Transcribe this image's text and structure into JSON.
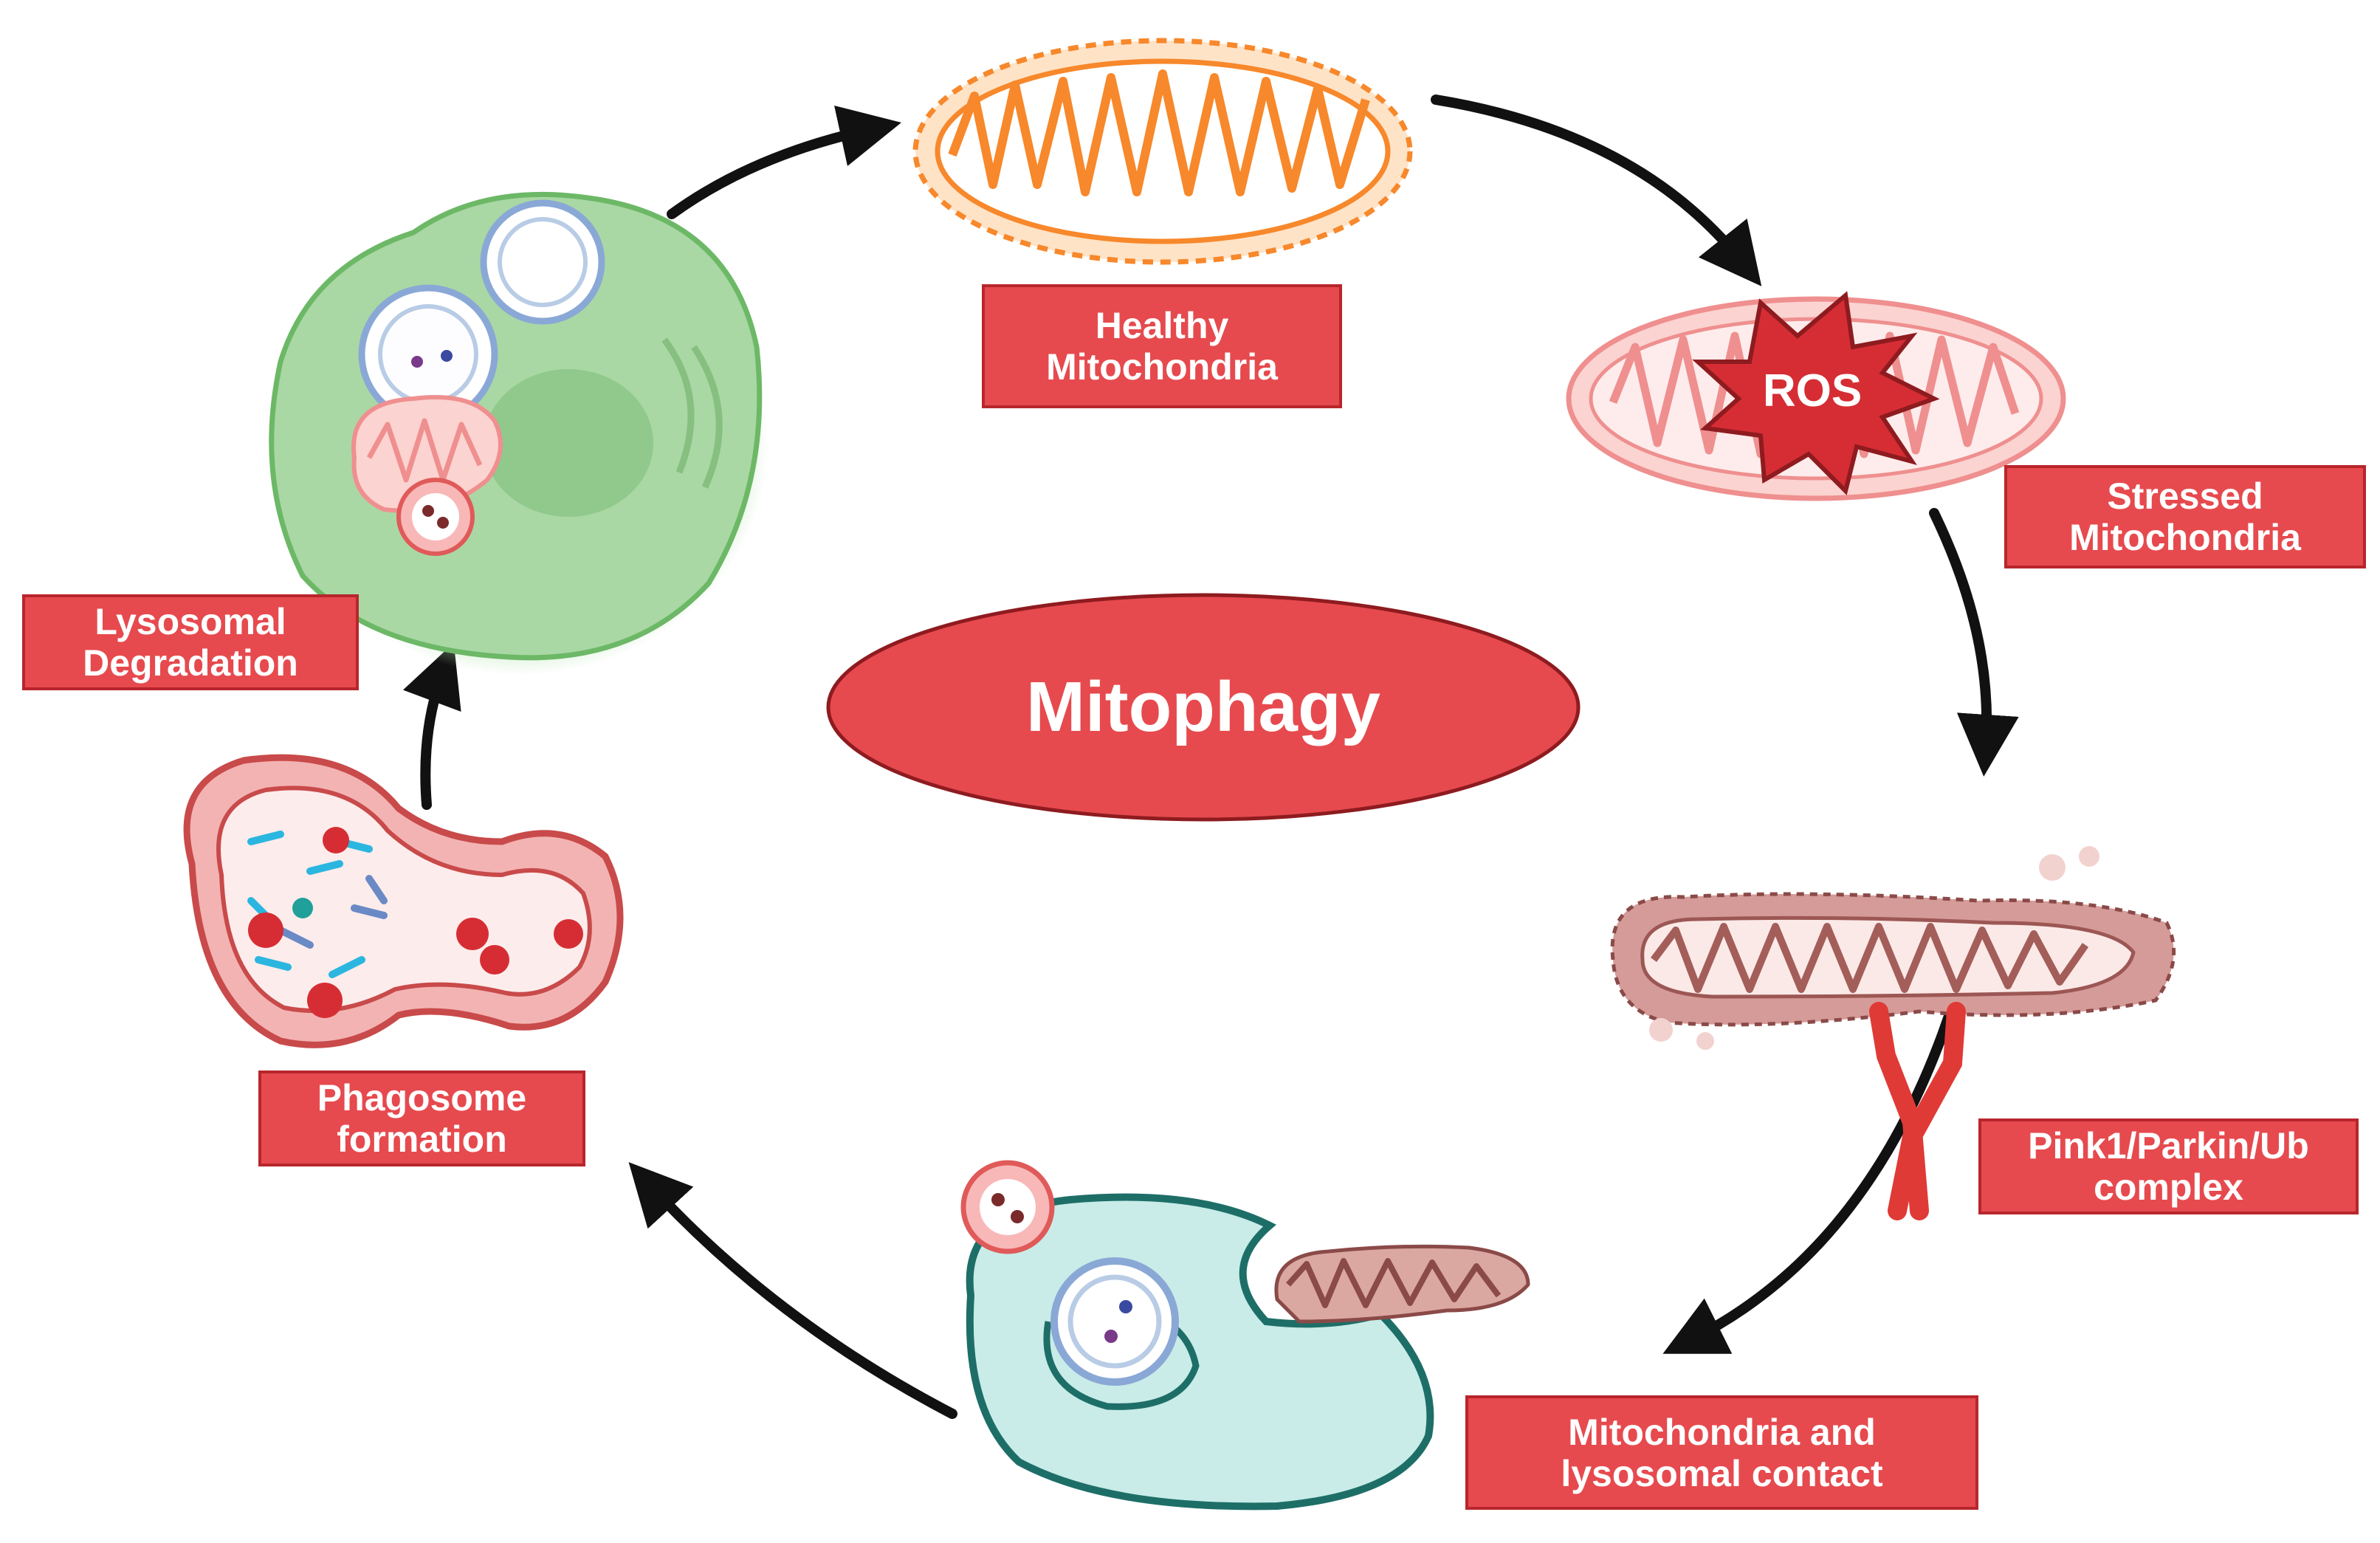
{
  "title": "Mitophagy",
  "stages": {
    "healthy": {
      "line1": "Healthy",
      "line2": "Mitochondria"
    },
    "stressed": {
      "line1": "Stressed",
      "line2": "Mitochondria"
    },
    "ros": "ROS",
    "pink": {
      "line1": "Pink1/Parkin/Ub",
      "line2": "complex"
    },
    "contact": {
      "line1": "Mitochondria and",
      "line2": "lysosomal contact"
    },
    "phagosome": {
      "line1": "Phagosome",
      "line2": "formation"
    },
    "lysosomal": {
      "line1": "Lysosomal",
      "line2": "Degradation"
    }
  },
  "colors": {
    "label_fill": "#e64a4e",
    "label_border": "#b8262c",
    "healthy_mito": "#f7882b",
    "stressed_mito": "#f4a7a7",
    "lysosome_cell": "#a9d8a4",
    "contact_cell": "#c9ece8",
    "arrow": "#111111"
  }
}
